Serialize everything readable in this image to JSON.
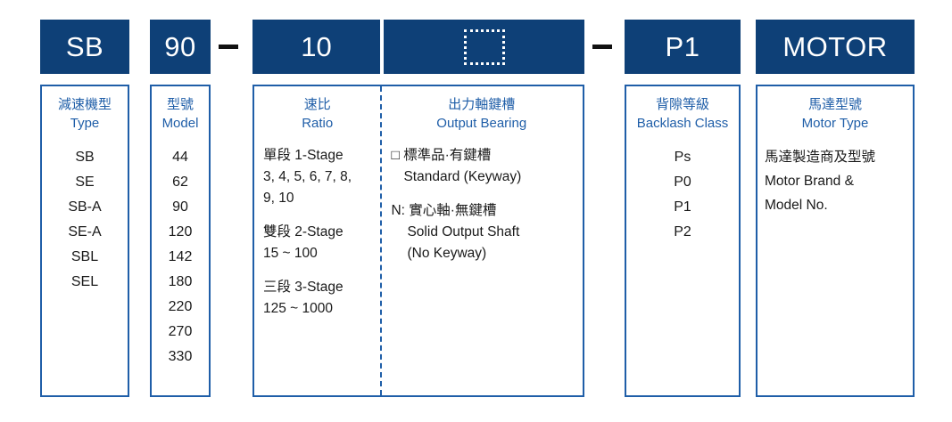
{
  "colors": {
    "header_blue": "#0e4077",
    "border_blue": "#1f5ea8",
    "title_blue": "#1f5ea8",
    "dash_black": "#111111",
    "text_black": "#1a1a1a",
    "white": "#ffffff"
  },
  "header": {
    "boxes": [
      {
        "name": "type",
        "value": "SB"
      },
      {
        "name": "model",
        "value": "90"
      },
      {
        "name": "ratio",
        "value": "10"
      },
      {
        "name": "output-bearing",
        "value": "",
        "icon": "dotted-square-placeholder"
      },
      {
        "name": "backlash-class",
        "value": "P1"
      },
      {
        "name": "motor-type",
        "value": "MOTOR"
      }
    ],
    "separators": [
      {
        "name": "dash-after-model",
        "value": "—"
      },
      {
        "name": "dash-after-output-bearing",
        "value": "—"
      }
    ]
  },
  "columns": {
    "type": {
      "title_cn": "減速機型",
      "title_en": "Type",
      "items": [
        "SB",
        "SE",
        "SB-A",
        "SE-A",
        "SBL",
        "SEL"
      ]
    },
    "model": {
      "title_cn": "型號",
      "title_en": "Model",
      "items": [
        "44",
        "62",
        "90",
        "120",
        "142",
        "180",
        "220",
        "270",
        "330"
      ]
    },
    "ratio": {
      "title_cn": "速比",
      "title_en": "Ratio",
      "lines": [
        "單段 1-Stage",
        "3, 4, 5, 6, 7, 8,",
        "9, 10",
        "雙段 2-Stage",
        "15 ~ 100",
        "三段 3-Stage",
        "125 ~ 1000"
      ]
    },
    "output_bearing": {
      "title_cn": "出力軸鍵槽",
      "title_en": "Output Bearing",
      "lines": [
        "□ 標準品·有鍵槽",
        "Standard (Keyway)",
        "N: 實心軸·無鍵槽",
        "Solid Output Shaft",
        "(No Keyway)"
      ]
    },
    "backlash_class": {
      "title_cn": "背隙等級",
      "title_en": "Backlash Class",
      "items": [
        "Ps",
        "P0",
        "P1",
        "P2"
      ]
    },
    "motor_type": {
      "title_cn": "馬達型號",
      "title_en": "Motor Type",
      "lines": [
        "馬達製造商及型號",
        "Motor Brand &",
        "Model No."
      ]
    }
  }
}
